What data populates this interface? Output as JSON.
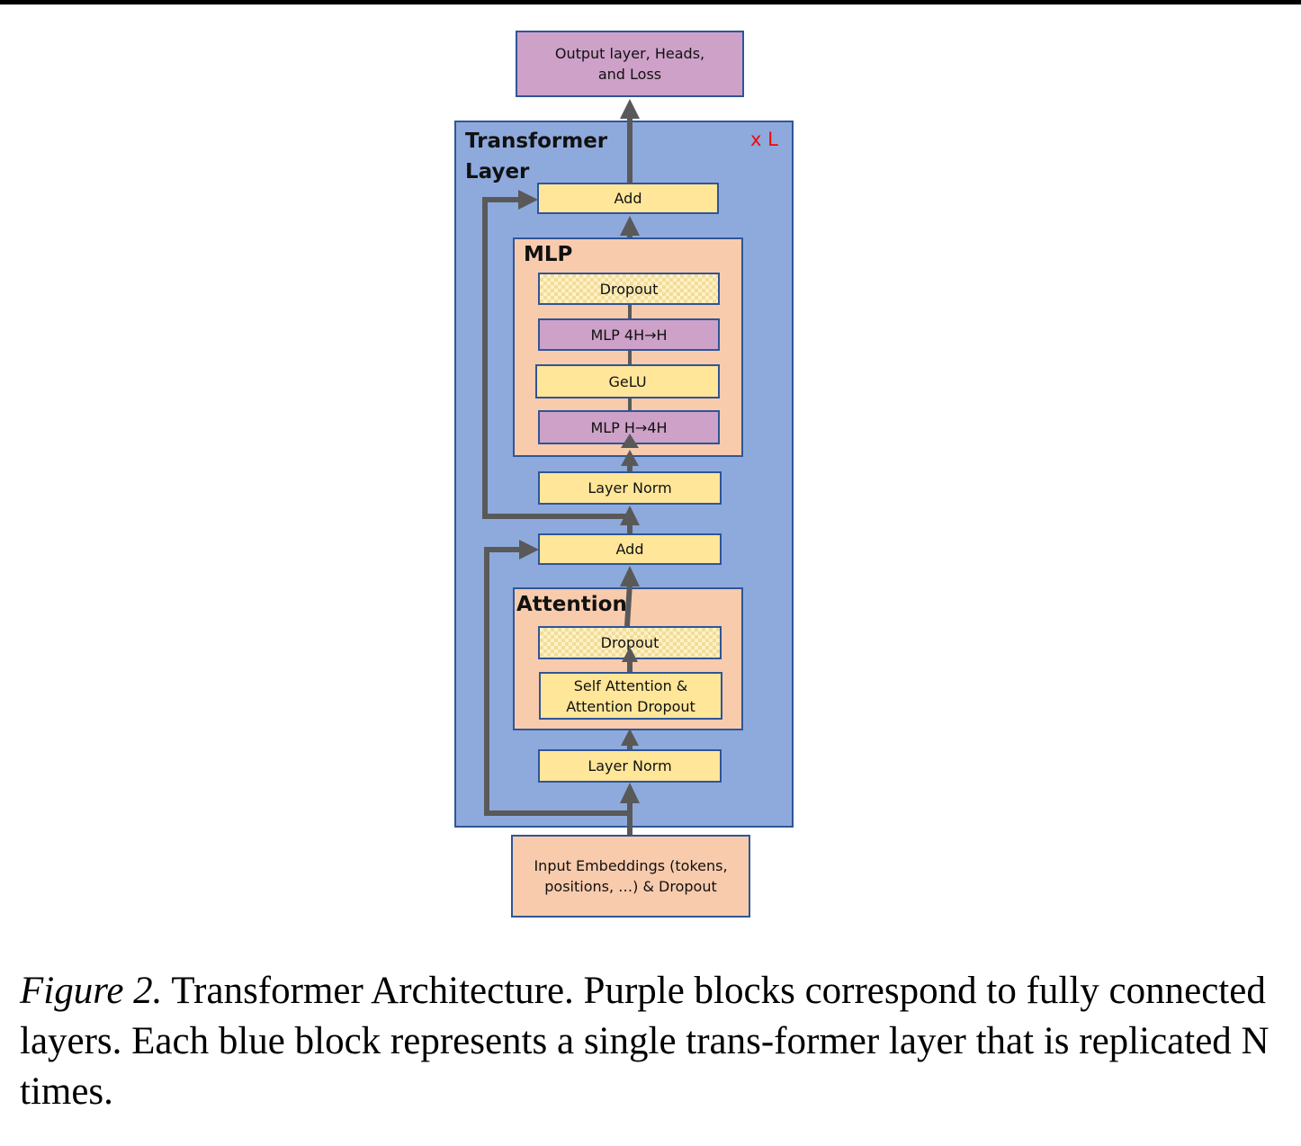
{
  "diagram": {
    "output_box": "Output layer, Heads, and Loss",
    "transformer_layer_title": "Transformer Layer",
    "repeat_label": "x L",
    "add_top": "Add",
    "mlp_title": "MLP",
    "mlp_dropout": "Dropout",
    "mlp_4h_to_h": "MLP 4H→H",
    "gelu": "GeLU",
    "mlp_h_to_4h": "MLP H→4H",
    "layer_norm_top": "Layer Norm",
    "add_bottom": "Add",
    "attention_title": "Attention",
    "attention_dropout": "Dropout",
    "self_attention": "Self Attention & Attention Dropout",
    "layer_norm_bottom": "Layer Norm",
    "input_box": "Input Embeddings (tokens, positions, …) & Dropout"
  },
  "caption": {
    "figure_label": "Figure 2.",
    "text": " Transformer Architecture. Purple blocks correspond to fully connected layers. Each blue block represents a single trans-former layer that is replicated N times."
  },
  "colors": {
    "layer_blue": "#8eaadc",
    "group_peach": "#f8cbad",
    "op_yellow": "#ffe699",
    "fc_purple": "#cda1c8",
    "border_blue": "#2f5597",
    "arrow_gray": "#595959",
    "repeat_red": "#ff0000"
  }
}
